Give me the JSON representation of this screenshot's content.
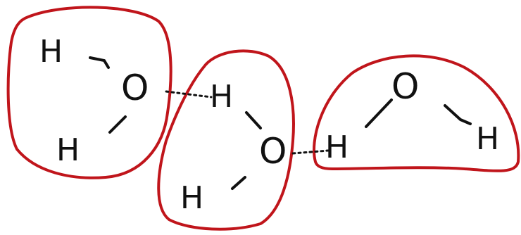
{
  "colors": {
    "outline": "#c0151b",
    "ink": "#111111",
    "background": "#ffffff"
  },
  "molecules": [
    {
      "name": "water-molecule-1",
      "atoms": {
        "h1": "H",
        "o": "O",
        "h2": "H"
      }
    },
    {
      "name": "water-molecule-2",
      "atoms": {
        "h1": "H",
        "o": "O",
        "h2": "H"
      }
    },
    {
      "name": "water-molecule-3",
      "atoms": {
        "h1": "H",
        "o": "O",
        "h2": "H"
      }
    }
  ]
}
